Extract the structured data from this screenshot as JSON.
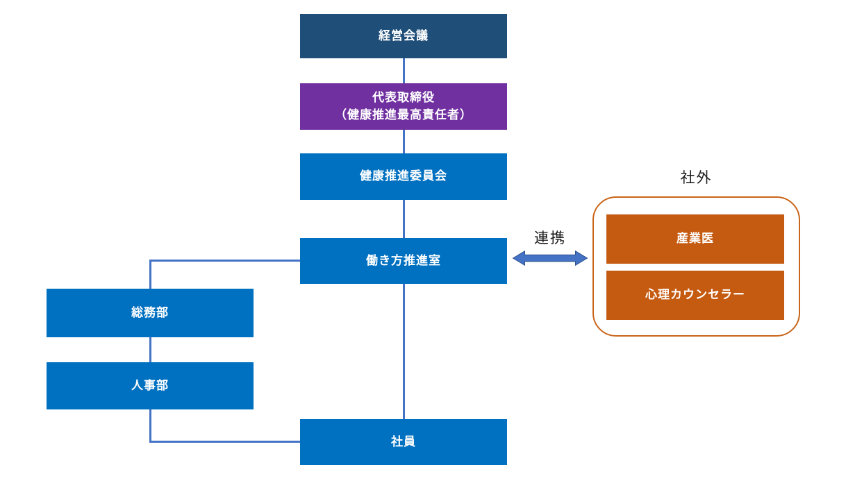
{
  "diagram": {
    "nodes": {
      "management_meeting": {
        "label": "経営会議",
        "color": "#1F4E79"
      },
      "representative_director": {
        "label_line1": "代表取締役",
        "label_line2": "（健康推進最高責任者）",
        "color": "#7030A0"
      },
      "health_promotion_committee": {
        "label": "健康推進委員会",
        "color": "#0070C0"
      },
      "workstyle_promotion_office": {
        "label": "働き方推進室",
        "color": "#0070C0"
      },
      "general_affairs_dept": {
        "label": "総務部",
        "color": "#0070C0"
      },
      "hr_dept": {
        "label": "人事部",
        "color": "#0070C0"
      },
      "employees": {
        "label": "社員",
        "color": "#0070C0"
      },
      "occupational_physician": {
        "label": "産業医",
        "color": "#C55A11"
      },
      "psychological_counselor": {
        "label": "心理カウンセラー",
        "color": "#C55A11"
      }
    },
    "external_group": {
      "label": "社外",
      "border_color": "#C9651A"
    },
    "cooperation": {
      "label": "連携",
      "arrow_color": "#4472C4"
    },
    "connector_color": "#4472C4",
    "text_color_boxes": "#FFFFFF",
    "text_color_labels": "#1A1A1A"
  }
}
